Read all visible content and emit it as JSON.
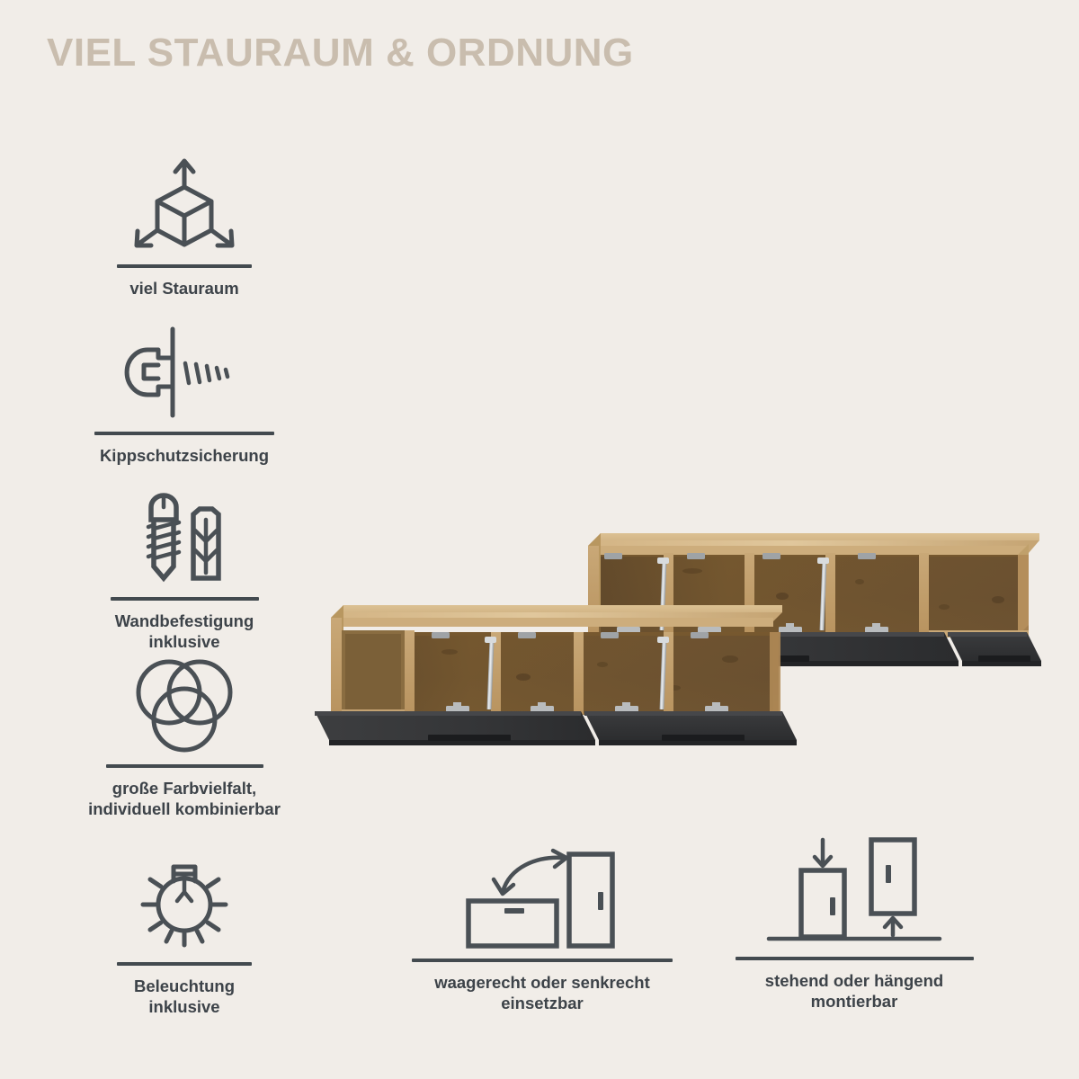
{
  "page": {
    "background_color": "#f1ede8",
    "title": "VIEL STAURAUM & ORDNUNG",
    "title_color": "#c9bdae",
    "text_color": "#3d4349",
    "icon_color": "#4a5055"
  },
  "features": [
    {
      "id": "viel-stauraum",
      "icon": "cube-expand-icon",
      "label": "viel Stauraum"
    },
    {
      "id": "kippschutzsicherung",
      "icon": "screw-in-wall-icon",
      "label": "Kippschutzsicherung"
    },
    {
      "id": "wandbefestigung",
      "icon": "screw-and-dowel-icon",
      "label": "Wandbefestigung\ninklusive"
    },
    {
      "id": "farbvielfalt",
      "icon": "three-circles-icon",
      "label": "große Farbvielfalt,\nindividuell kombinierbar"
    },
    {
      "id": "beleuchtung",
      "icon": "lightbulb-icon",
      "label": "Beleuchtung\ninklusive"
    },
    {
      "id": "waagerecht-senkrecht",
      "icon": "horizontal-vertical-cabinet-icon",
      "label": "waagerecht oder senkrecht\neinsetzbar"
    },
    {
      "id": "stehend-haengend",
      "icon": "standing-hanging-cabinet-icon",
      "label": "stehend oder hängend\nmontierbar"
    }
  ],
  "product_image": {
    "name": "wall-mounted-sideboard-render",
    "description": "Zweiteiliges Hängeboard in Artisan-Eiche mit geöffneten anthrazitfarbenen Klappen",
    "colors": {
      "oak_light": "#c9a877",
      "oak_top": "#d6b98d",
      "oak_interior": "#6e5436",
      "oak_interior_dark": "#5d462c",
      "flap_dark": "#343537",
      "flap_dark_edge": "#27282a",
      "hardware": "#cfd2d4"
    },
    "upper_unit": {
      "compartments": 5,
      "open_flaps": 2
    },
    "lower_unit": {
      "compartments": 4,
      "open_flaps": 2
    }
  }
}
